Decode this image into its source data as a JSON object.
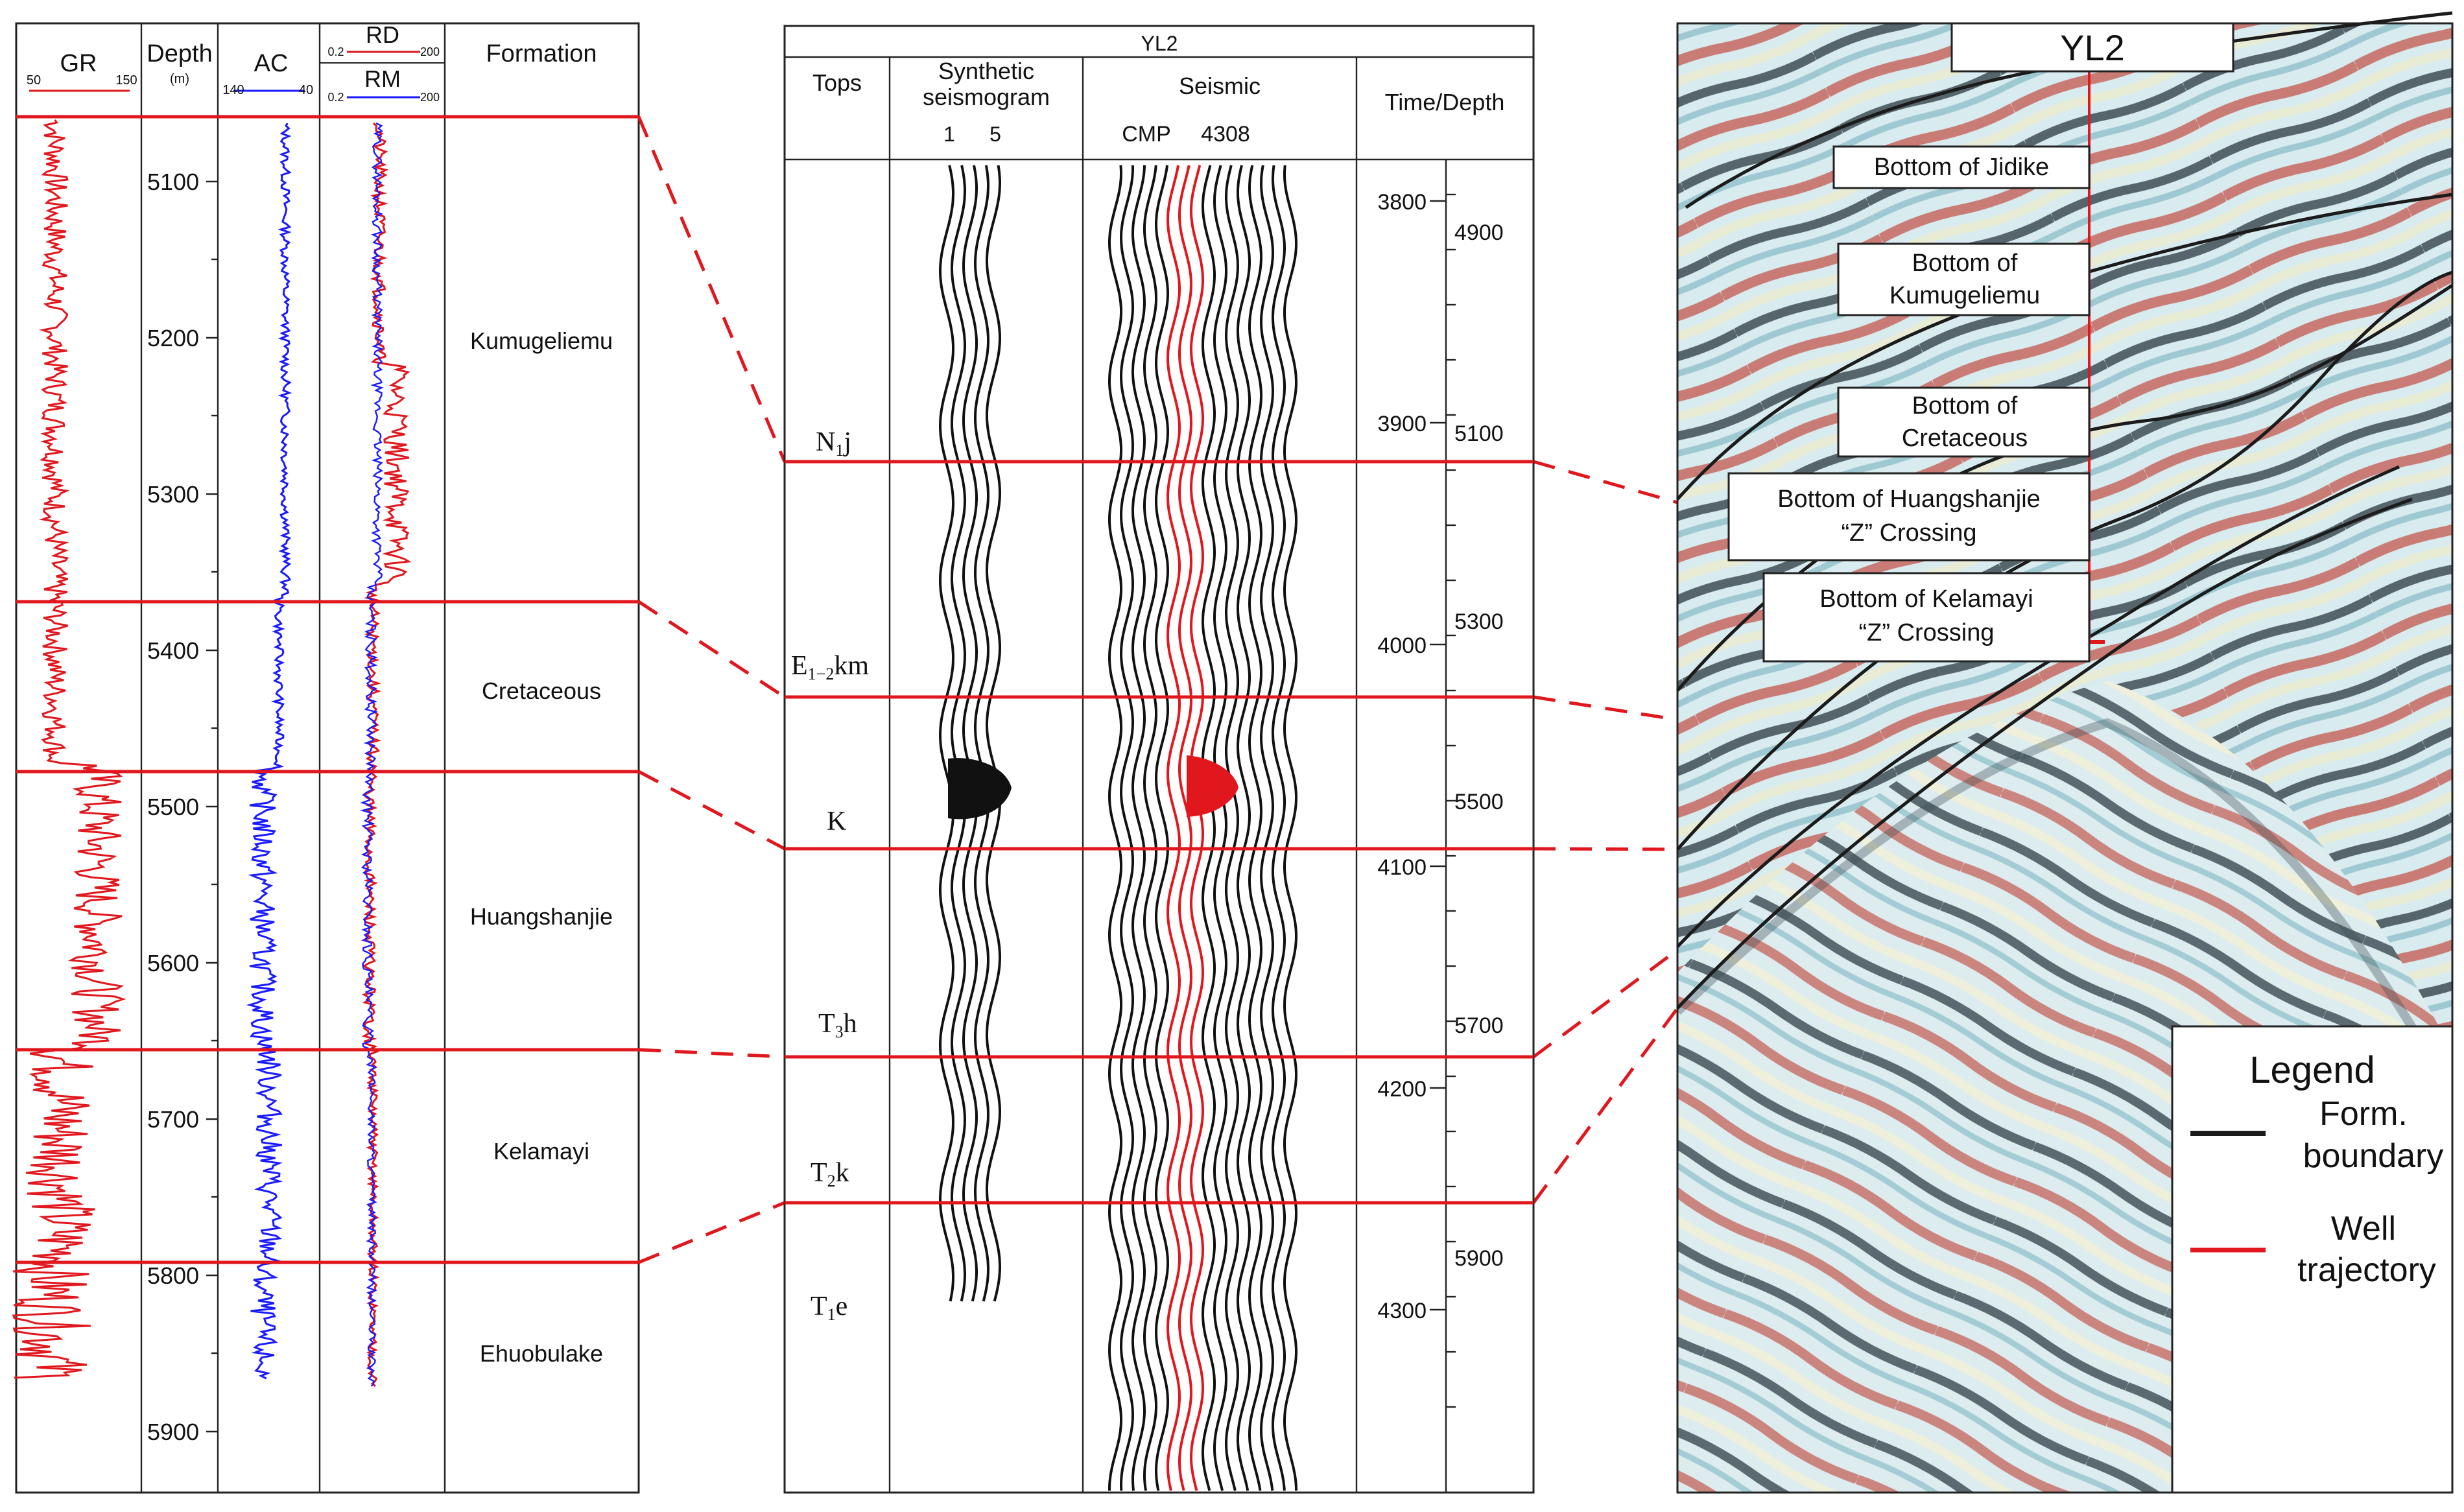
{
  "well_log_panel": {
    "headers": {
      "gr": "GR",
      "gr_min": "50",
      "gr_max": "150",
      "depth": "Depth",
      "depth_unit": "(m)",
      "ac": "AC",
      "ac_min": "140",
      "ac_max": "40",
      "rd": "RD",
      "rd_min": "0.2",
      "rd_max": "200",
      "rm": "RM",
      "rm_min": "0.2",
      "rm_max": "200",
      "formation": "Formation"
    },
    "depth_ticks": [
      "5100",
      "5200",
      "5300",
      "5400",
      "5500",
      "5600",
      "5700",
      "5800",
      "5900"
    ],
    "formations": [
      "Kumugeliemu",
      "Cretaceous",
      "Huangshanjie",
      "Kelamayi",
      "Ehuobulake"
    ]
  },
  "synthetic_panel": {
    "title": "YL2",
    "col_tops": "Tops",
    "col_synthetic_1": "Synthetic",
    "col_synthetic_2": "seismogram",
    "trace_labels": [
      "1",
      "5"
    ],
    "col_seismic": "Seismic",
    "cmp_label": "CMP",
    "cmp_number": "4308",
    "col_time_depth": "Time/Depth",
    "tops": [
      {
        "main": "N",
        "sub": "1",
        "rest": "j"
      },
      {
        "main": "E",
        "sub": "1−2",
        "rest": "km"
      },
      {
        "main": "K",
        "sub": "",
        "rest": ""
      },
      {
        "main": "T",
        "sub": "3",
        "rest": "h"
      },
      {
        "main": "T",
        "sub": "2",
        "rest": "k"
      },
      {
        "main": "T",
        "sub": "1",
        "rest": "e"
      }
    ],
    "time_ticks": [
      "3800",
      "3900",
      "4000",
      "4100",
      "4200",
      "4300"
    ],
    "depth_ticks": [
      "4900",
      "5100",
      "5300",
      "5500",
      "5700",
      "5900"
    ]
  },
  "seismic_section": {
    "title": "YL2",
    "labels": [
      {
        "line1": "Bottom of Jidike",
        "line2": ""
      },
      {
        "line1": "Bottom of",
        "line2": "Kumugeliemu"
      },
      {
        "line1": "Bottom of",
        "line2": "Cretaceous"
      },
      {
        "line1": "Bottom of Huangshanjie",
        "line2": "“Z” Crossing"
      },
      {
        "line1": "Bottom of Kelamayi",
        "line2": "“Z” Crossing"
      }
    ],
    "legend": {
      "title": "Legend",
      "formation_boundary_1": "Form.",
      "formation_boundary_2": "boundary",
      "well_trajectory_1": "Well",
      "well_trajectory_2": "trajectory"
    }
  },
  "colors": {
    "red": "#e1171e",
    "blue": "#1a1aff",
    "black": "#1b1b1b",
    "seismic_light": "#d9ecef",
    "seismic_cream": "#eef0dc",
    "seismic_red": "#c8574c",
    "seismic_dark": "#2e3d42"
  }
}
